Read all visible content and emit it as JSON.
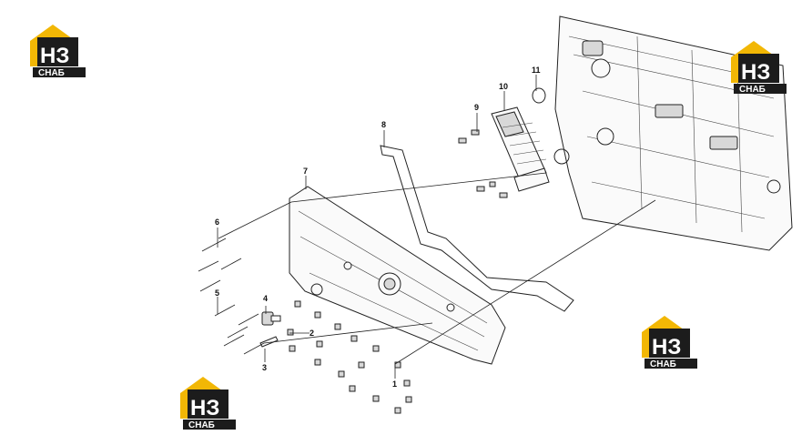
{
  "diagram": {
    "callouts": [
      {
        "id": "c1",
        "label": "1"
      },
      {
        "id": "c2",
        "label": "2"
      },
      {
        "id": "c3",
        "label": "3"
      },
      {
        "id": "c4",
        "label": "4"
      },
      {
        "id": "c5",
        "label": "5"
      },
      {
        "id": "c6",
        "label": "6"
      },
      {
        "id": "c7",
        "label": "7"
      },
      {
        "id": "c8",
        "label": "8"
      },
      {
        "id": "c9",
        "label": "9"
      },
      {
        "id": "c10",
        "label": "10"
      },
      {
        "id": "c11",
        "label": "11"
      }
    ]
  },
  "watermark": {
    "letters": "НЗ",
    "word": "СНАБ",
    "colors": {
      "yellow": "#f2b705",
      "dark": "#1c1c1c",
      "white": "#ffffff"
    }
  }
}
